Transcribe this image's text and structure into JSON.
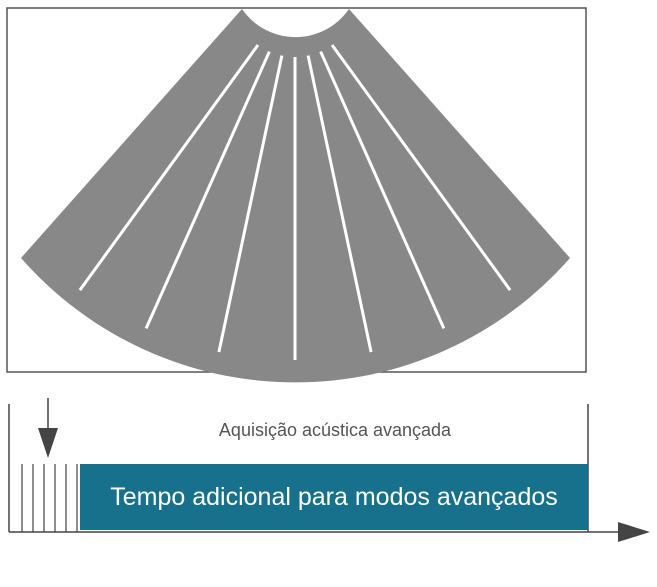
{
  "diagram": {
    "acquisition_label": "Aquisição acústica avançada",
    "extra_time_label": "Tempo adicional para modos avançados",
    "sector_segments": 8,
    "timeline_pulse_marks": 6
  },
  "colors": {
    "sector_fill": "#888888",
    "sector_divider": "#ffffff",
    "frame_stroke": "#555555",
    "bar_fill": "#17708c",
    "bar_text": "#ffffff",
    "timeline_stroke": "#444444",
    "label_text": "#555555"
  }
}
